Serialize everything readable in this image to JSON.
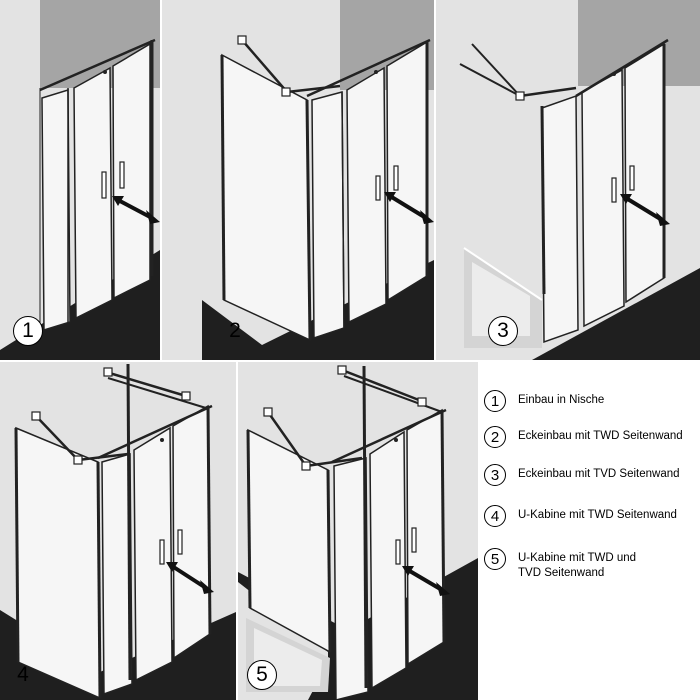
{
  "variants": [
    {
      "number": "1",
      "label": "Einbau in Nische"
    },
    {
      "number": "2",
      "label": "Eckeinbau mit TWD Seitenwand"
    },
    {
      "number": "3",
      "label": "Eckeinbau mit TVD Seitenwand"
    },
    {
      "number": "4",
      "label": "U-Kabine mit TWD Seitenwand"
    },
    {
      "number": "5",
      "label": "U-Kabine mit TWD und\nTVD Seitenwand"
    }
  ],
  "colors": {
    "wall_light": "#e3e3e3",
    "wall_dark": "#a5a5a5",
    "floor": "#1f1f1f",
    "glass": "#f6f6f6",
    "frame": "#222222",
    "tray": "#d4d4d4"
  }
}
